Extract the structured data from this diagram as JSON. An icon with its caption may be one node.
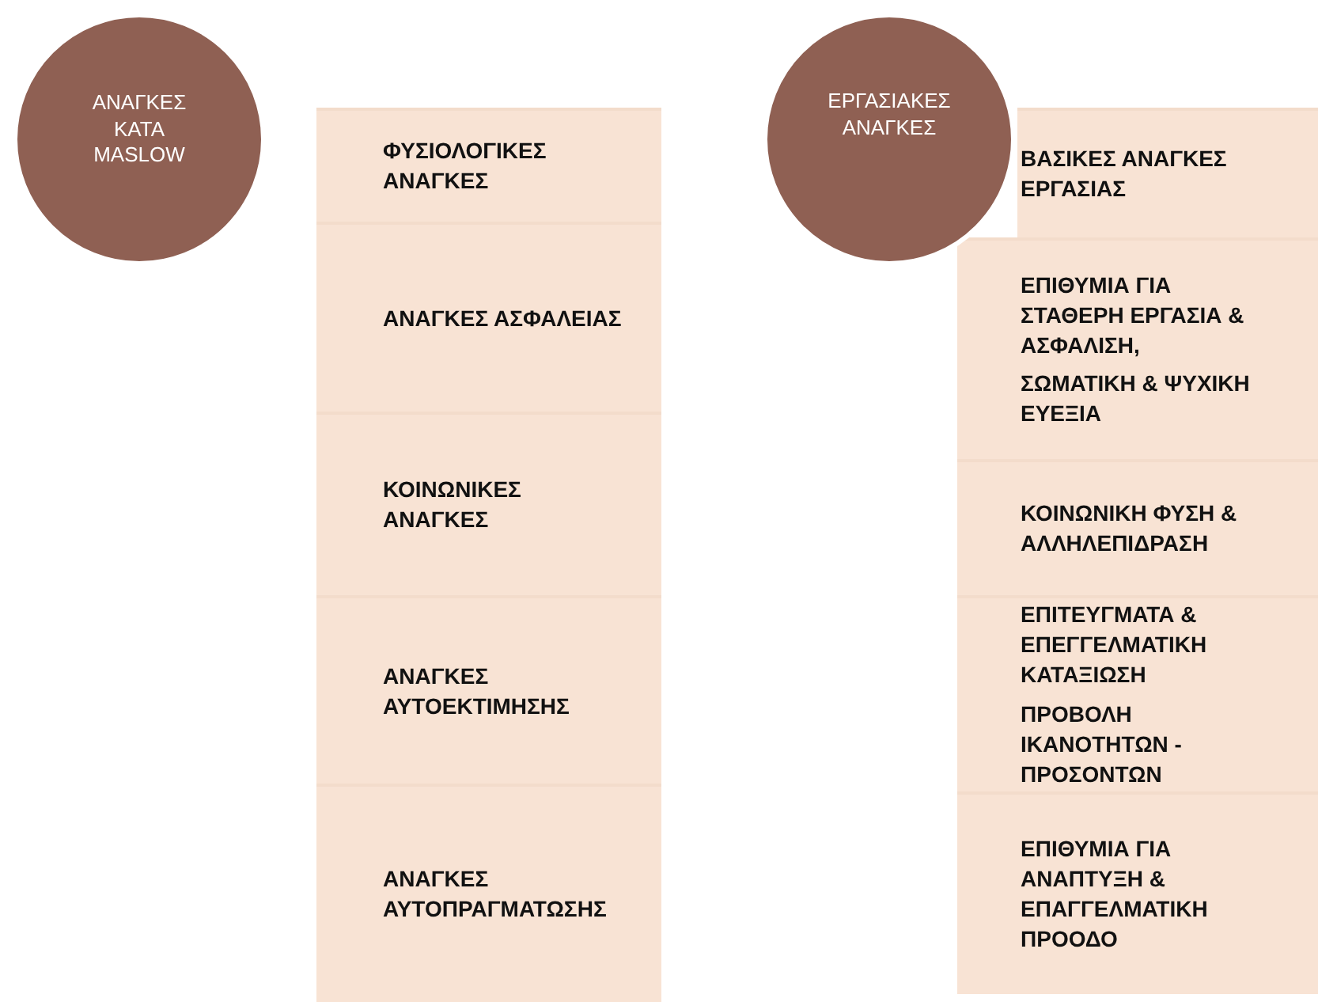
{
  "diagram": {
    "nodes": [
      {
        "text": [
          "ΑΝΑΓΚΕΣ ΚΑΤΑ MASLOW"
        ]
      },
      {
        "text": [
          "ΦΥΣΙΟΛΟΓΙΚΕΣ ΑΝΑΓΚΕΣ"
        ]
      },
      {
        "text": [
          "ΑΝΑΓΚΕΣ ΑΣΦΑΛΕΙΑΣ"
        ]
      },
      {
        "text": [
          "ΚΟΙΝΩΝΙΚΕΣ ΑΝΑΓΚΕΣ"
        ]
      },
      {
        "text": [
          "ΑΝΑΓΚΕΣ ΑΥΤΟΕΚΤΙΜΗΣΗΣ"
        ]
      },
      {
        "text": [
          "ΑΝΑΓΚΕΣ ΑΥΤΟΠΡΑΓΜΑΤΩΣΗΣ"
        ]
      },
      {
        "text": [
          "ΕΡΓΑΣΙΑΚΕΣ ΑΝΑΓΚΕΣ"
        ]
      },
      {
        "text": [
          "ΒΑΣΙΚΕΣ ΑΝΑΓΚΕΣ ΕΡΓΑΣΙΑΣ"
        ]
      },
      {
        "text": [
          "ΕΠΙΘΥΜΙΑ ΓΙΑ ΣΤΑΘΕΡΗ ΕΡΓΑΣΙΑ & ΑΣΦΑΛΙΣΗ,",
          "ΣΩΜΑΤΙΚΗ & ΨΥΧΙΚΗ ΕΥΕΞΙΑ"
        ]
      },
      {
        "text": [
          "ΚΟΙΝΩΝΙΚΗ ΦΥΣΗ & ΑΛΛΗΛΕΠΙΔΡΑΣΗ"
        ]
      },
      {
        "text": [
          "ΕΠΙΤΕΥΓΜΑΤΑ & ΕΠΕΓΓΕΛΜΑΤΙΚΗ ΚΑΤΑΞΙΩΣΗ",
          "ΠΡΟΒΟΛΗ ΙΚΑΝΟΤΗΤΩΝ - ΠΡΟΣΟΝΤΩΝ"
        ]
      },
      {
        "text": [
          "ΕΠΙΘΥΜΙΑ ΓΙΑ ΑΝΑΠΤΥΞΗ & ΕΠΑΓΓΕΛΜΑΤΙΚΗ ΠΡΟΟΔΟ"
        ]
      }
    ]
  }
}
